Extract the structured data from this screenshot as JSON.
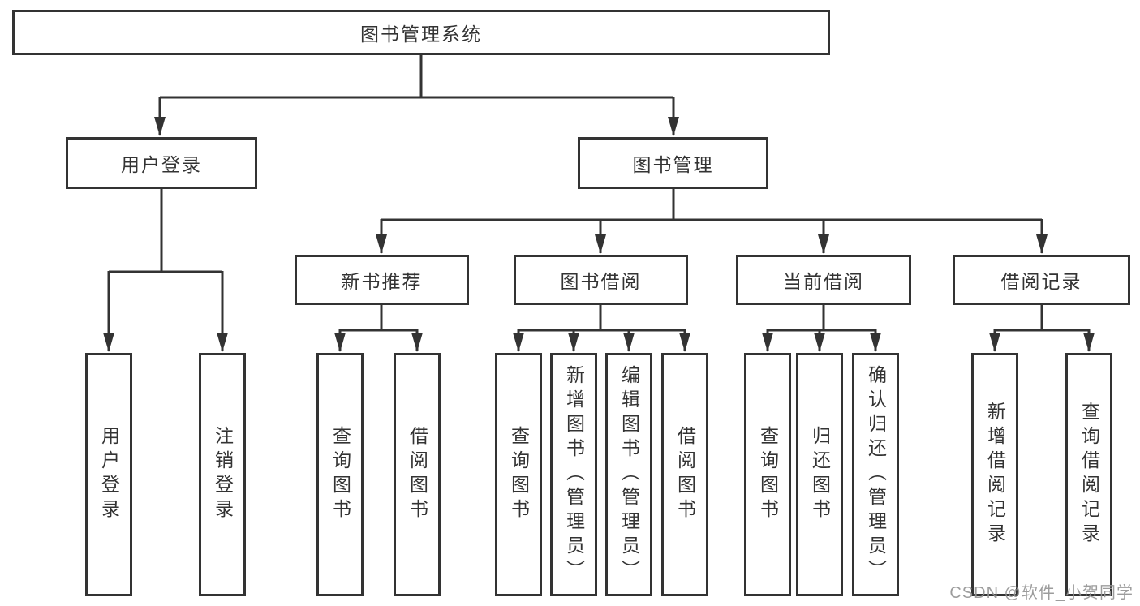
{
  "nodes": {
    "root": "图书管理系统",
    "tier2": {
      "user_login": "用户登录",
      "book_management": "图书管理"
    },
    "tier3": {
      "new_book_rec": "新书推荐",
      "book_borrow": "图书借阅",
      "current_borrow": "当前借阅",
      "borrow_records": "借阅记录"
    },
    "leaves": {
      "user_login": "用户登录",
      "logout": "注销登录",
      "rec_query_books": "查询图书",
      "rec_borrow_books": "借阅图书",
      "bor_query_books": "查询图书",
      "bor_add_books": "新增图书（管理员）",
      "bor_edit_books": "编辑图书（管理员）",
      "bor_borrow_books": "借阅图书",
      "cur_query_books": "查询图书",
      "cur_return_books": "归还图书",
      "cur_confirm_return": "确认归还（管理员）",
      "rec2_add_record": "新增借阅记录",
      "rec2_query_record": "查询借阅记录"
    }
  },
  "watermark": "CSDN @软件_小贺同学",
  "colors": {
    "line": "#333333",
    "text": "#333333",
    "watermark": "#949494",
    "background": "#ffffff"
  }
}
